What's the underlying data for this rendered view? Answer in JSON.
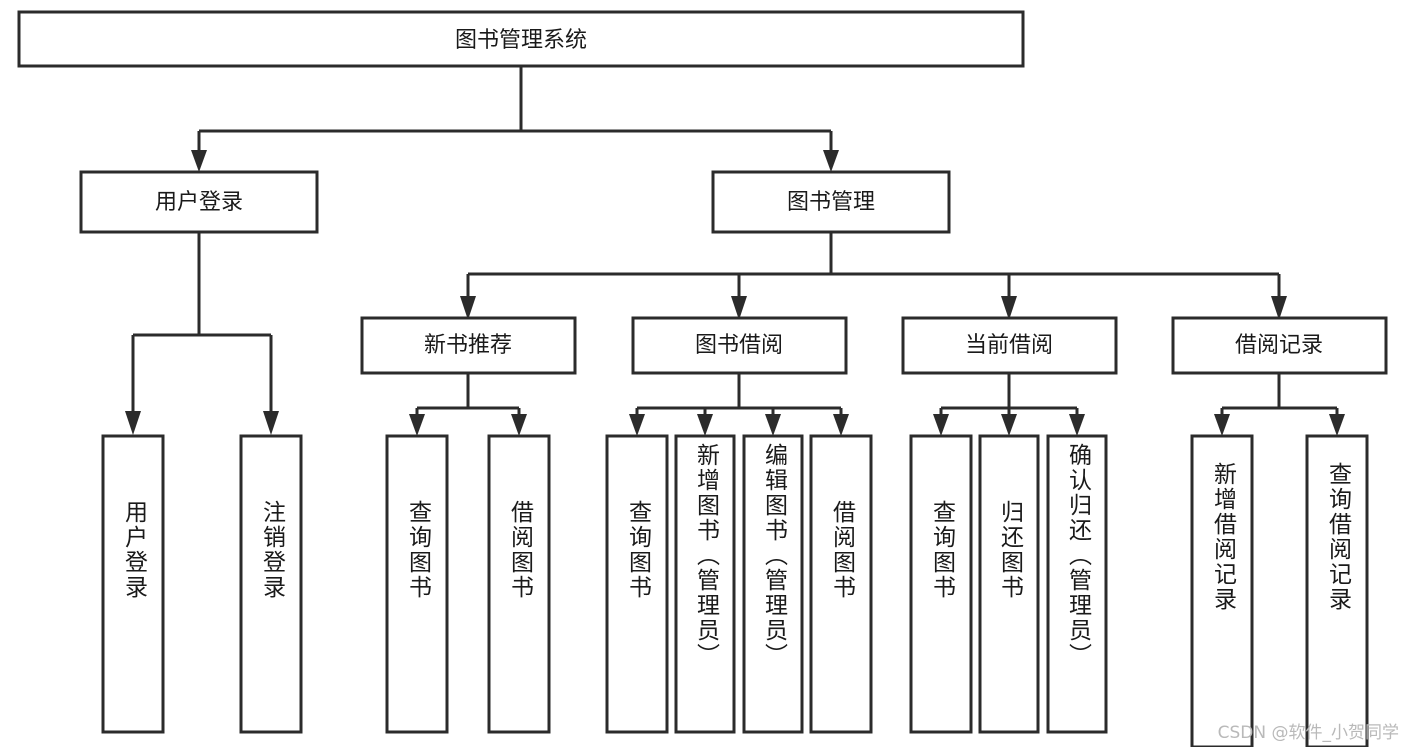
{
  "diagram": {
    "title": "图书管理系统",
    "type": "tree",
    "watermark": "CSDN @软件_小贺同学",
    "levels": {
      "root": {
        "label": "图书管理系统"
      },
      "level2": [
        {
          "label": "用户登录"
        },
        {
          "label": "图书管理"
        }
      ],
      "level3": [
        {
          "label": "新书推荐"
        },
        {
          "label": "图书借阅"
        },
        {
          "label": "当前借阅"
        },
        {
          "label": "借阅记录"
        }
      ],
      "leaves_user_login": [
        {
          "label": "用户登录"
        },
        {
          "label": "注销登录"
        }
      ],
      "leaves_new_book": [
        {
          "label": "查询图书"
        },
        {
          "label": "借阅图书"
        }
      ],
      "leaves_borrow": [
        {
          "label": "查询图书"
        },
        {
          "label": "新增图书（管理员）"
        },
        {
          "label": "编辑图书（管理员）"
        },
        {
          "label": "借阅图书"
        }
      ],
      "leaves_current": [
        {
          "label": "查询图书"
        },
        {
          "label": "归还图书"
        },
        {
          "label": "确认归还（管理员）"
        }
      ],
      "leaves_record": [
        {
          "label": "新增借阅记录"
        },
        {
          "label": "查询借阅记录"
        }
      ]
    },
    "colors": {
      "stroke": "#2b2b2b",
      "fill": "#ffffff",
      "text": "#1a1a1a",
      "watermark": "#b9b9b9"
    }
  }
}
